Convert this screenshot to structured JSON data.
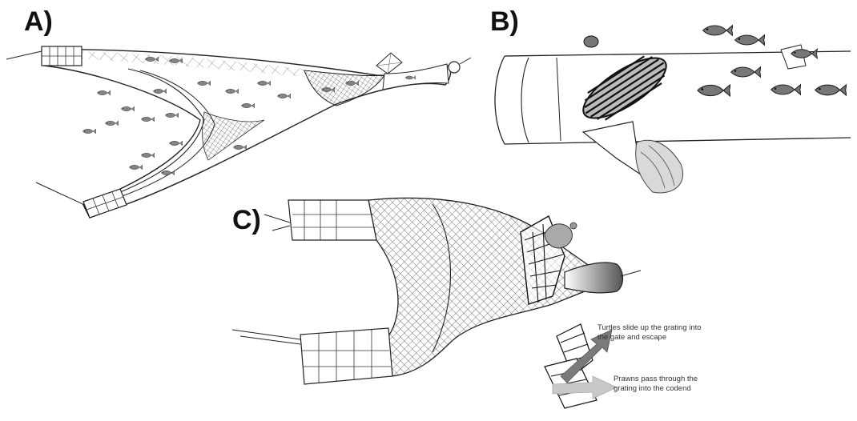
{
  "figure": {
    "panels": [
      {
        "id": "A",
        "label": "A)"
      },
      {
        "id": "B",
        "label": "B)"
      },
      {
        "id": "C",
        "label": "C)"
      }
    ],
    "annotations": {
      "turtles": "Turtles slide up the grating into the gate and escape",
      "prawns": "Prawns pass through the grating into the codend"
    },
    "colors": {
      "ink": "#1a1a1a",
      "mesh_dark": "#555555",
      "arrow_gray": "#8a8a8a",
      "arrow_light": "#c8c8c8",
      "panel_bg": "#ffffff"
    }
  }
}
